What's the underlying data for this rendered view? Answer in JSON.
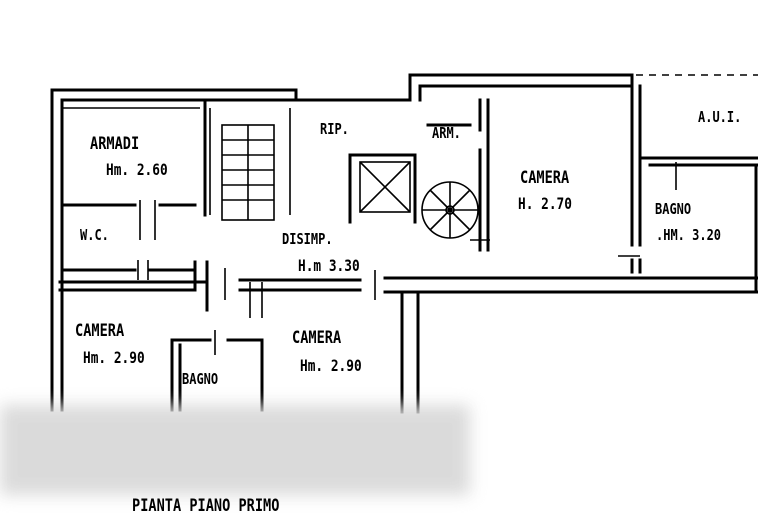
{
  "rooms": {
    "armadi": {
      "name": "ARMADI",
      "height": "Hm. 2.60"
    },
    "rip": {
      "name": "RIP."
    },
    "arm": {
      "name": "ARM."
    },
    "camera_ne": {
      "name": "CAMERA",
      "height": "H. 2.70"
    },
    "aui": {
      "name": "A.U.I."
    },
    "bagno_e": {
      "name": "BAGNO",
      "height": ".HM. 3.20"
    },
    "wc": {
      "name": "W.C."
    },
    "disimp": {
      "name": "DISIMP.",
      "height": "H.m 3.30"
    },
    "camera_sw": {
      "name": "CAMERA",
      "height": "Hm. 2.90"
    },
    "bagno_s": {
      "name": "BAGNO"
    },
    "camera_s": {
      "name": "CAMERA",
      "height": "Hm. 2.90"
    }
  },
  "caption": "PIANTA PIANO PRIMO"
}
